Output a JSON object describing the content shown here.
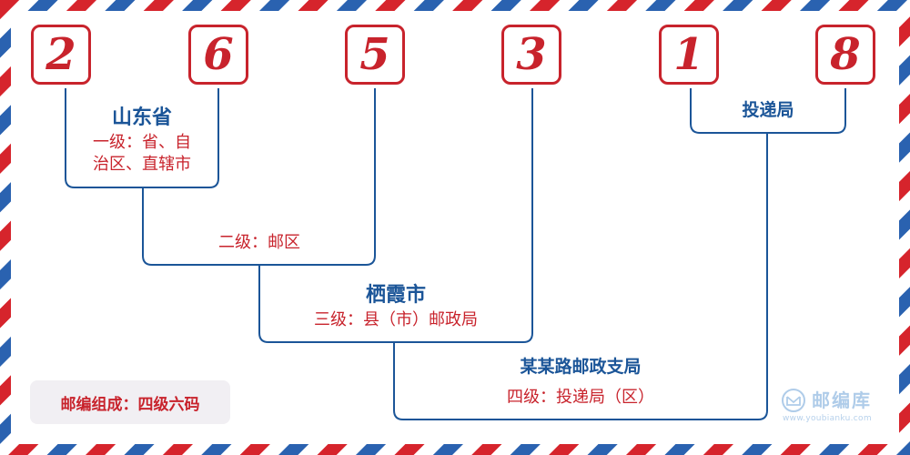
{
  "postal_code": {
    "digits": [
      "2",
      "6",
      "5",
      "3",
      "1",
      "8"
    ]
  },
  "levels": {
    "province": {
      "name": "山东省",
      "desc_line1": "一级：省、自",
      "desc_line2": "治区、直辖市"
    },
    "postal_zone": {
      "desc": "二级：邮区"
    },
    "county": {
      "name": "栖霞市",
      "desc": "三级：县（市）邮政局"
    },
    "delivery": {
      "name": "某某路邮政支局",
      "desc": "四级：投递局（区）"
    },
    "office": {
      "name": "投递局"
    }
  },
  "summary": "邮编组成：四级六码",
  "watermark": {
    "name": "邮编库",
    "url": "www.youbianku.com"
  },
  "colors": {
    "red": "#c8232c",
    "blue": "#1b5598",
    "airmail_red": "#d6242c",
    "airmail_blue": "#2a62b0"
  }
}
